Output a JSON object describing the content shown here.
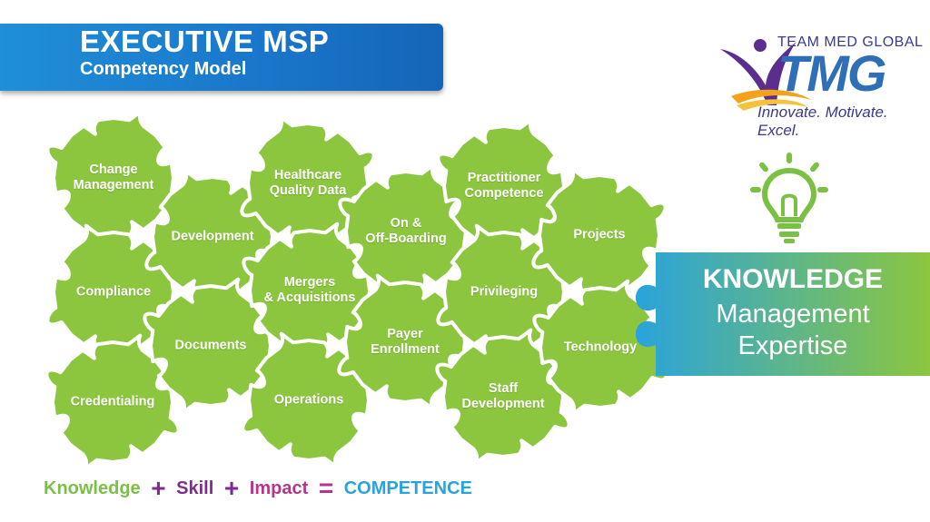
{
  "title": {
    "main": "EXECUTIVE MSP",
    "sub": "Competency Model"
  },
  "logo": {
    "company": "TEAM MED GLOBAL",
    "mark": "TMG",
    "tagline": "Innovate. Motivate. Excel."
  },
  "pieces": [
    {
      "id": "change-management",
      "label": "Change\nManagement"
    },
    {
      "id": "compliance",
      "label": "Compliance"
    },
    {
      "id": "credentialing",
      "label": "Credentialing"
    },
    {
      "id": "development",
      "label": "Development"
    },
    {
      "id": "documents",
      "label": "Documents"
    },
    {
      "id": "healthcare-quality-data",
      "label": "Healthcare\nQuality Data"
    },
    {
      "id": "mergers-acquisitions",
      "label": "Mergers\n& Acquisitions"
    },
    {
      "id": "operations",
      "label": "Operations"
    },
    {
      "id": "on-off-boarding",
      "label": "On &\nOff-Boarding"
    },
    {
      "id": "payer-enrollment",
      "label": "Payer\nEnrollment"
    },
    {
      "id": "practitioner-competence",
      "label": "Practitioner\nCompetence"
    },
    {
      "id": "privileging",
      "label": "Privileging"
    },
    {
      "id": "staff-development",
      "label": "Staff\nDevelopment"
    },
    {
      "id": "projects",
      "label": "Projects"
    },
    {
      "id": "technology",
      "label": "Technology"
    }
  ],
  "knowledge_box": {
    "title": "KNOWLEDGE",
    "line2": "Management",
    "line3": "Expertise"
  },
  "formula": {
    "knowledge": "Knowledge",
    "plus1": "+",
    "skill": "Skill",
    "plus2": "+",
    "impact": "Impact",
    "equals": "=",
    "competence": "COMPETENCE"
  },
  "colors": {
    "piece_green": "#8cc63f",
    "title_blue": "#1a78cc",
    "knowledge_green": "#7ac143",
    "skill_purple": "#7b2d8e",
    "impact_magenta": "#b5358c",
    "competence_blue": "#2aa3dc"
  }
}
